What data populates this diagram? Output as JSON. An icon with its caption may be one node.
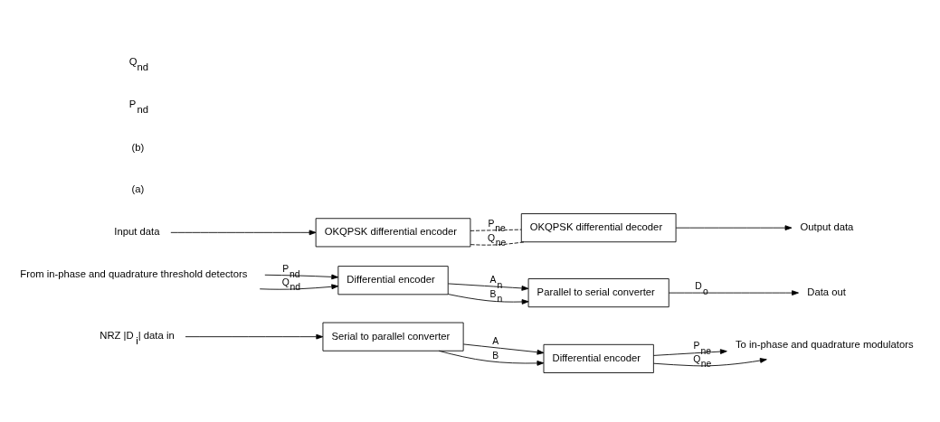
{
  "diagram": {
    "nodes": [
      {
        "text": [
          "NRZ |D$_{i}$| data in"
        ]
      },
      {
        "text": [
          "Serial to parallel converter"
        ]
      },
      {
        "text": [
          "Differential encoder"
        ]
      },
      {
        "text": [
          "To in-phase and quadrature modulators"
        ]
      },
      {
        "text": [
          "From in-phase and quadrature threshold detectors"
        ]
      },
      {
        "text": [
          "Differential encoder"
        ]
      },
      {
        "text": [
          "Parallel to serial converter"
        ]
      },
      {
        "text": [
          "Data out"
        ]
      },
      {
        "text": [
          "Input data"
        ]
      },
      {
        "text": [
          "OKQPSK differential encoder"
        ]
      },
      {
        "text": [
          "OKQPSK differential decoder"
        ]
      },
      {
        "text": [
          "Output data"
        ]
      }
    ],
    "edges": [
      {
        "from": 0,
        "to": 1,
        "arrow": "to"
      },
      {
        "from": 1,
        "to": 2,
        "arrow": "to",
        "label": "A"
      },
      {
        "from": 1,
        "to": 2,
        "arrow": "to",
        "label": "B"
      },
      {
        "from": 2,
        "to": 3,
        "arrow": "to",
        "label": "P$_{ne}$"
      },
      {
        "from": 2,
        "to": 3,
        "arrow": "to",
        "label": "Q$_{ne}$"
      },
      {
        "from": 4,
        "to": 5,
        "arrow": "to",
        "label": "P$_{nd}$"
      },
      {
        "from": 4,
        "to": 5,
        "arrow": "to",
        "label": "Q$_{nd}$"
      },
      {
        "from": 5,
        "to": 6,
        "arrow": "to",
        "label": "A$_{n}$"
      },
      {
        "from": 5,
        "to": 6,
        "arrow": "to",
        "label": "B$_{n}$"
      },
      {
        "from": 6,
        "to": 7,
        "arrow": "to",
        "label": "D$_{o}$"
      },
      {
        "from": 8,
        "to": 9,
        "arrow": "to"
      },
      {
        "from": 9,
        "to": 10,
        "arrow": "none",
        "label": "P$_{ne}$",
        "style": "dashed"
      },
      {
        "from": 9,
        "to": 10,
        "arrow": "none",
        "label": "Q$_{ne}$",
        "style": "dashed"
      },
      {
        "from": 10,
        "to": 11,
        "arrow": "to"
      }
    ],
    "labels": [
      "(a)",
      "(b)",
      "P$_{nd}$",
      "Q$_{nd}$"
    ]
  }
}
